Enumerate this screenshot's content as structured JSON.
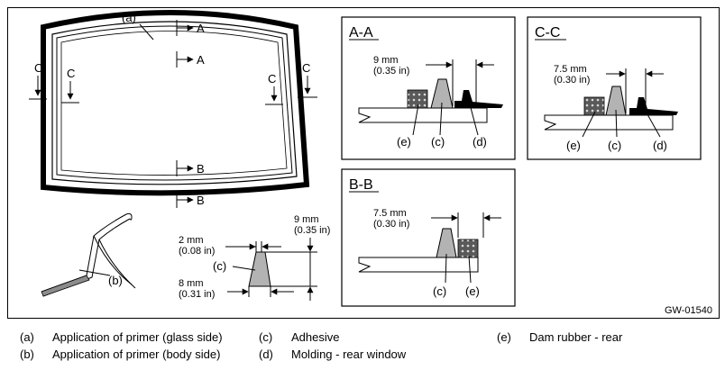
{
  "figure_id": "GW-01540",
  "sections": {
    "aa": "A-A",
    "bb": "B-B",
    "cc": "C-C",
    "a": "A",
    "b": "B",
    "c": "C"
  },
  "callouts": {
    "a": "(a)",
    "b": "(b)",
    "c": "(c)",
    "d": "(d)",
    "e": "(e)"
  },
  "dimensions": {
    "aa_width_mm": "9 mm",
    "aa_width_in": "(0.35 in)",
    "cc_width_mm": "7.5 mm",
    "cc_width_in": "(0.30 in)",
    "bb_width_mm": "7.5 mm",
    "bb_width_in": "(0.30 in)",
    "bead_top_mm": "2 mm",
    "bead_top_in": "(0.08 in)",
    "bead_height_mm": "9 mm",
    "bead_height_in": "(0.35 in)",
    "bead_base_mm": "8 mm",
    "bead_base_in": "(0.31 in)"
  },
  "legend": [
    {
      "key": "(a)",
      "text": "Application of primer (glass side)"
    },
    {
      "key": "(b)",
      "text": "Application of primer (body side)"
    },
    {
      "key": "(c)",
      "text": "Adhesive"
    },
    {
      "key": "(d)",
      "text": "Molding - rear window"
    },
    {
      "key": "(e)",
      "text": "Dam rubber - rear"
    }
  ],
  "colors": {
    "adhesive": "#b3b3b3",
    "dam_rubber": "#595959",
    "molding": "#000000"
  }
}
